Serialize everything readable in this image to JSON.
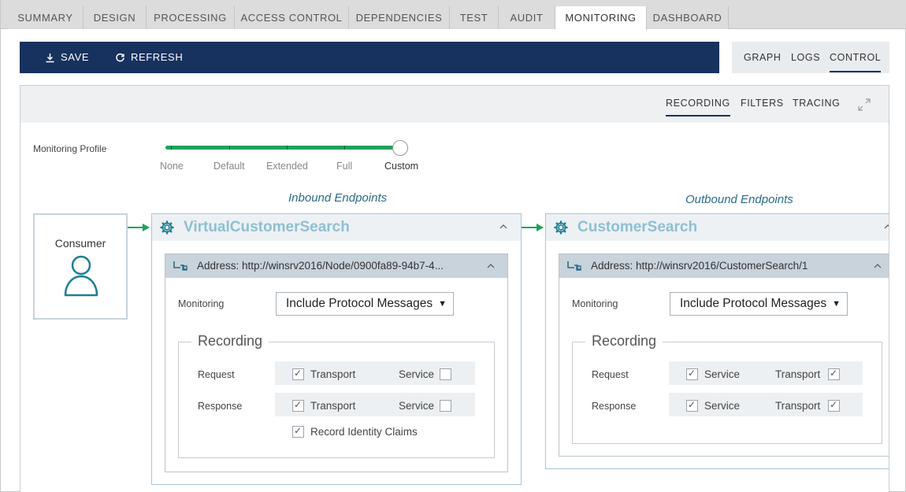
{
  "tabs": [
    {
      "label": "SUMMARY",
      "active": false
    },
    {
      "label": "DESIGN",
      "active": false
    },
    {
      "label": "PROCESSING",
      "active": false
    },
    {
      "label": "ACCESS CONTROL",
      "active": false
    },
    {
      "label": "DEPENDENCIES",
      "active": false
    },
    {
      "label": "TEST",
      "active": false
    },
    {
      "label": "AUDIT",
      "active": false
    },
    {
      "label": "MONITORING",
      "active": true
    },
    {
      "label": "DASHBOARD",
      "active": false
    }
  ],
  "toolbar": {
    "save_label": "SAVE",
    "refresh_label": "REFRESH"
  },
  "view_tabs": {
    "graph": "GRAPH",
    "logs": "LOGS",
    "control": "CONTROL",
    "active": "CONTROL"
  },
  "panel_tabs": {
    "recording": "RECORDING",
    "filters": "FILTERS",
    "tracing": "TRACING",
    "active": "RECORDING"
  },
  "profile": {
    "label": "Monitoring Profile",
    "levels": [
      "None",
      "Default",
      "Extended",
      "Full",
      "Custom"
    ],
    "selected": "Custom"
  },
  "consumer": {
    "label": "Consumer"
  },
  "inbound": {
    "section_title": "Inbound Endpoints",
    "name": "VirtualCustomerSearch",
    "address": "Address: http://winsrv2016/Node/0900fa89-94b7-4...",
    "monitoring_label": "Monitoring",
    "monitoring_value": "Include Protocol Messages",
    "recording_title": "Recording",
    "request": {
      "label": "Request",
      "left": "Transport",
      "left_checked": true,
      "right": "Service",
      "right_checked": false
    },
    "response": {
      "label": "Response",
      "left": "Transport",
      "left_checked": true,
      "right": "Service",
      "right_checked": false
    },
    "identity": {
      "label": "Record Identity Claims",
      "checked": true
    }
  },
  "outbound": {
    "section_title": "Outbound Endpoints",
    "name": "CustomerSearch",
    "address": "Address: http://winsrv2016/CustomerSearch/1",
    "monitoring_label": "Monitoring",
    "monitoring_value": "Include Protocol Messages",
    "recording_title": "Recording",
    "request": {
      "label": "Request",
      "left": "Service",
      "left_checked": true,
      "right": "Transport",
      "right_checked": true
    },
    "response": {
      "label": "Response",
      "left": "Service",
      "left_checked": true,
      "right": "Transport",
      "right_checked": true
    }
  },
  "colors": {
    "toolbar": "#17325e",
    "accent_green": "#1ea35a",
    "endpoint_title": "#8ebfd2",
    "section_title": "#2a6b85",
    "icon_teal": "#1a7f94"
  }
}
